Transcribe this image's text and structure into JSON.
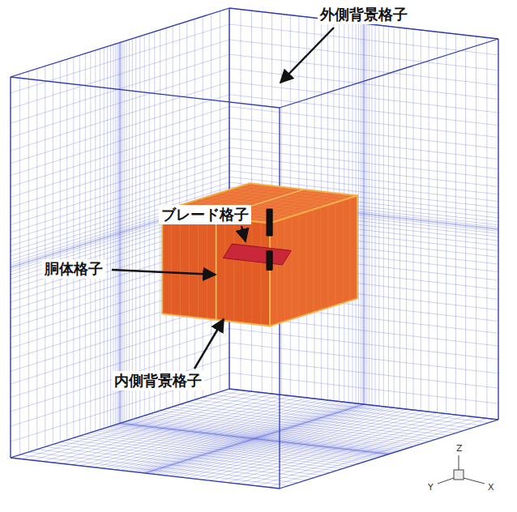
{
  "diagram": {
    "labels": [
      "外側背景格子",
      "ブレード格子",
      "胴体格子",
      "内側背景格子",
      "Z",
      "Y",
      "X"
    ]
  }
}
